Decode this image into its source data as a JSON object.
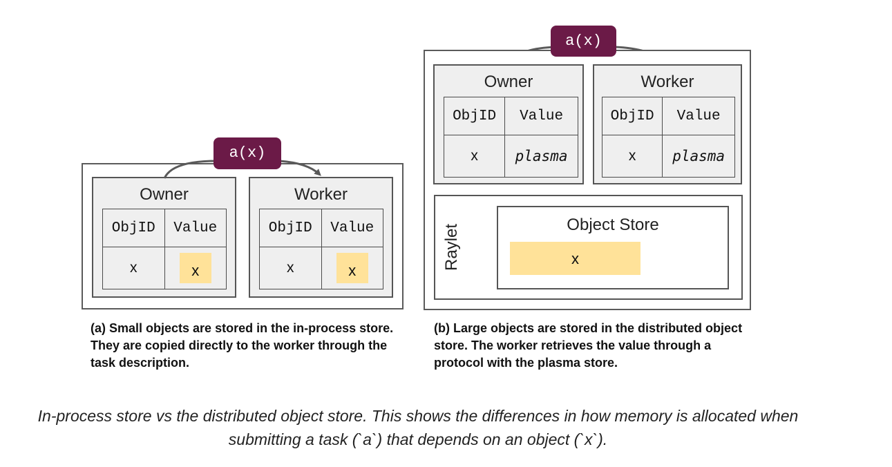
{
  "panel_a": {
    "task": "a(x)",
    "owner": {
      "title": "Owner",
      "col_obj": "ObjID",
      "col_val": "Value",
      "row_obj": "x",
      "row_val": "x"
    },
    "worker": {
      "title": "Worker",
      "col_obj": "ObjID",
      "col_val": "Value",
      "row_obj": "x",
      "row_val": "x"
    },
    "caption": "(a) Small objects are stored in the in-process store. They are copied directly to the worker through the task description."
  },
  "panel_b": {
    "task": "a(x)",
    "owner": {
      "title": "Owner",
      "col_obj": "ObjID",
      "col_val": "Value",
      "row_obj": "x",
      "row_val": "plasma"
    },
    "worker": {
      "title": "Worker",
      "col_obj": "ObjID",
      "col_val": "Value",
      "row_obj": "x",
      "row_val": "plasma"
    },
    "raylet_label": "Raylet",
    "object_store": {
      "title": "Object Store",
      "object": "x"
    },
    "caption": "(b) Large objects are stored in the distributed object store. The worker retrieves the value through a protocol with the plasma store."
  },
  "figure_caption": "In-process store vs the distributed object store. This shows the differences in how memory is allocated when submitting a task (`a`) that depends on an object (`x`).",
  "colors": {
    "task_pill": "#6b1a47",
    "highlight": "#ffe299",
    "process_bg": "#efefef",
    "border": "#555555"
  }
}
